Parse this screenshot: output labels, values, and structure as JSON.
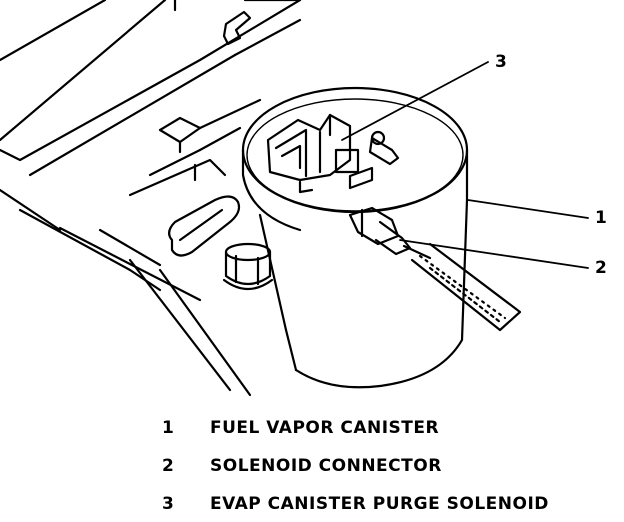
{
  "callouts": [
    {
      "number": "3"
    },
    {
      "number": "1"
    },
    {
      "number": "2"
    }
  ],
  "legend": [
    {
      "number": "1",
      "label": "FUEL VAPOR CANISTER"
    },
    {
      "number": "2",
      "label": "SOLENOID CONNECTOR"
    },
    {
      "number": "3",
      "label": "EVAP CANISTER PURGE SOLENOID"
    }
  ]
}
